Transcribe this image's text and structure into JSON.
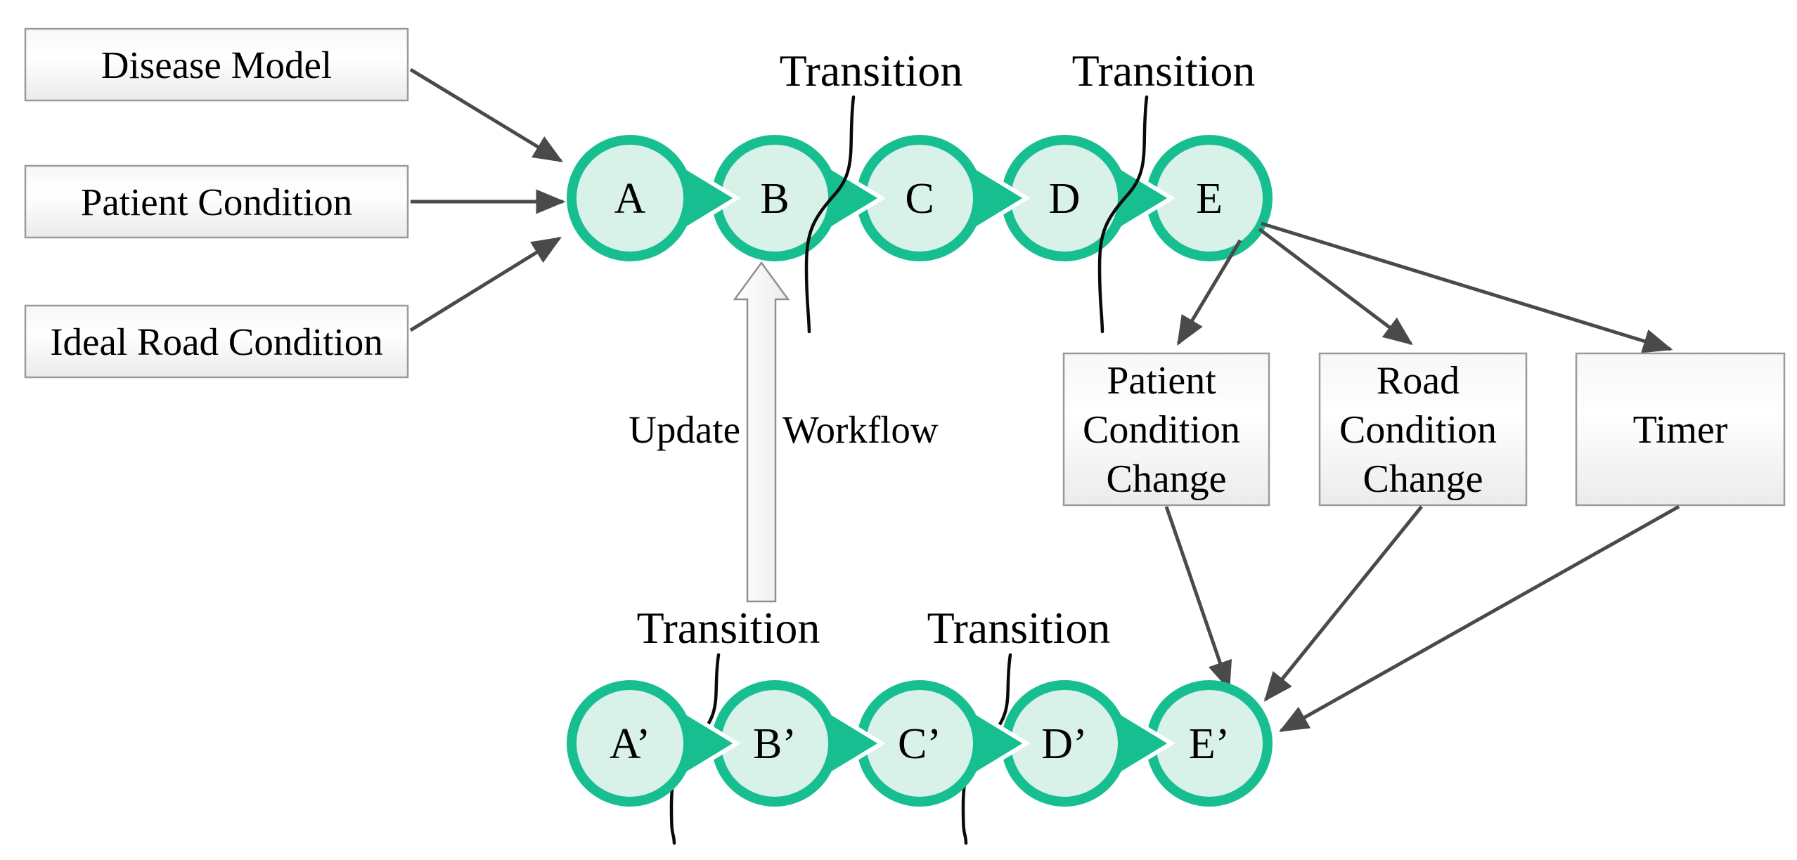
{
  "colors": {
    "node-green": "#17bf90",
    "node-fill": "#d9f2e9",
    "arrow-gray": "#4a4a4a",
    "curve-black": "#0a0a0a",
    "box-border": "#9a9a9a"
  },
  "diagram": {
    "input_boxes": [
      "Disease Model",
      "Patient Condition",
      "Ideal Road Condition"
    ],
    "top_nodes": [
      "A",
      "B",
      "C",
      "D",
      "E"
    ],
    "bottom_nodes": [
      "A’",
      "B’",
      "C’",
      "D’",
      "E’"
    ],
    "transition_labels": [
      "Transition",
      "Transition",
      "Transition",
      "Transition"
    ],
    "update_arrow": {
      "left": "Update",
      "right": "Workflow"
    },
    "event_boxes": [
      {
        "lines": [
          "Patient",
          "Condition",
          "Change"
        ]
      },
      {
        "lines": [
          "Road",
          "Condition",
          "Change"
        ]
      },
      {
        "lines": [
          "Timer"
        ]
      }
    ]
  }
}
